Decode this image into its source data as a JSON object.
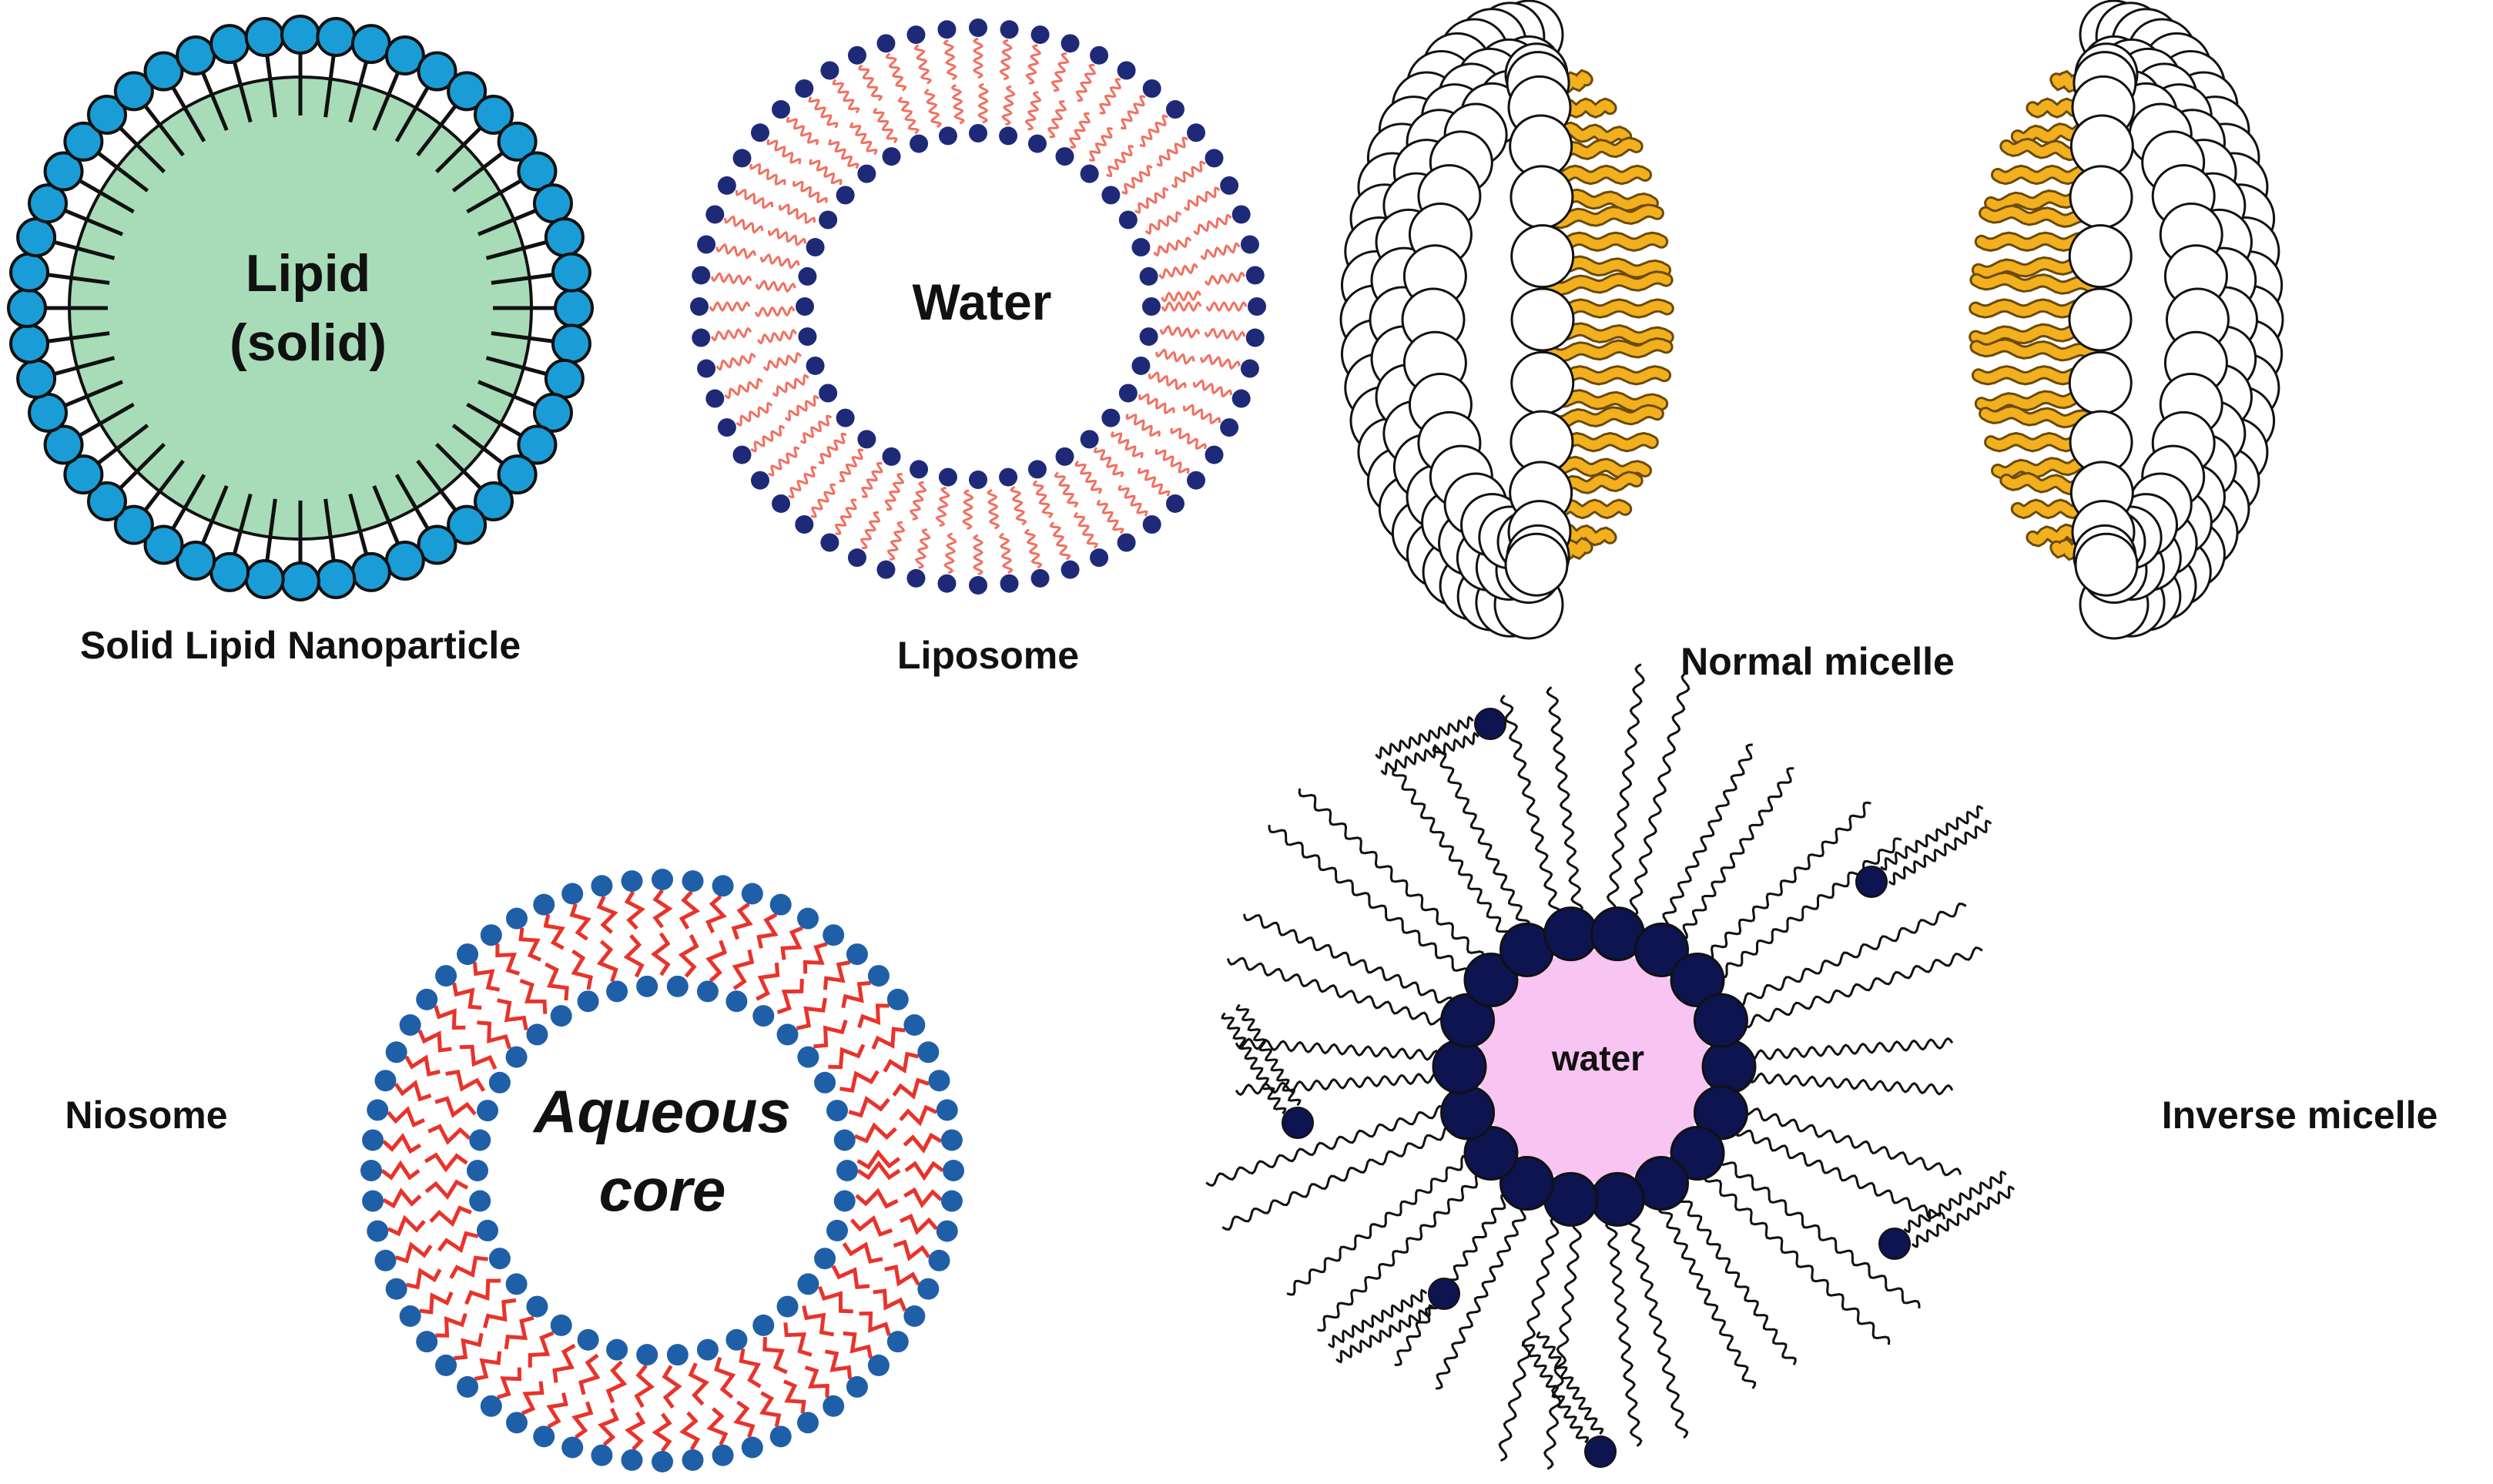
{
  "panels": [
    {
      "id": "sln",
      "caption": "Solid Lipid Nanoparticle",
      "core_lines": [
        "Lipid",
        "(solid)"
      ]
    },
    {
      "id": "liposome",
      "caption": "Liposome",
      "core_lines": [
        "Water"
      ]
    },
    {
      "id": "normal",
      "caption": "Normal micelle",
      "core_lines": []
    },
    {
      "id": "niosome",
      "caption": "Niosome",
      "core_lines": [
        "Aqueous",
        "core"
      ]
    },
    {
      "id": "inverse",
      "caption": "Inverse micelle",
      "core_lines": [
        "water"
      ]
    }
  ],
  "colors": {
    "sln_core": "#a8dcb8",
    "sln_head": "#1a9dd6",
    "liposome_head": "#1e2a78",
    "liposome_tail": "#f07060",
    "micelle_tail": "#f2b01e",
    "niosome_head": "#1f5fa8",
    "niosome_tail": "#e8332b",
    "inverse_core": "#f8c4f2",
    "inverse_head": "#0d1450",
    "black": "#111111"
  }
}
